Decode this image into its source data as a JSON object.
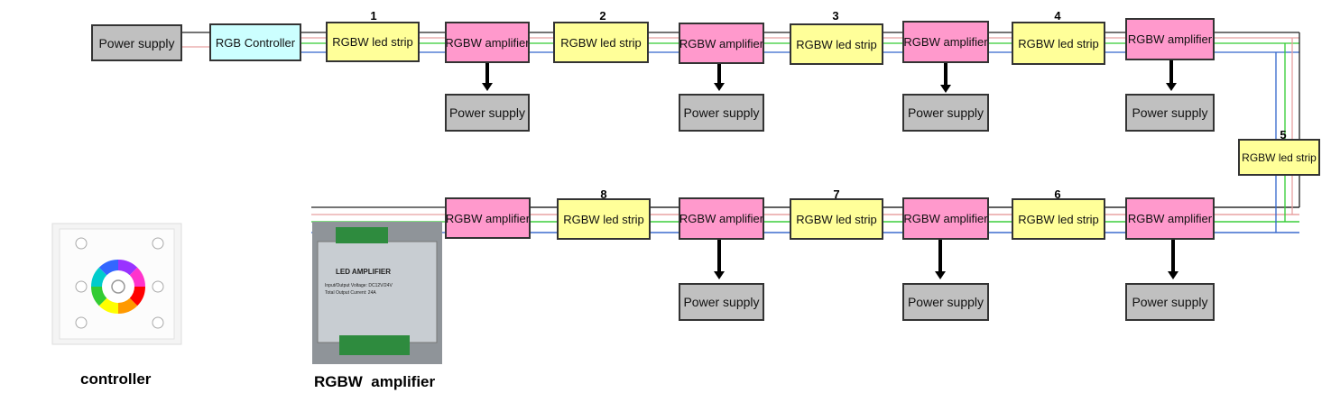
{
  "labels": {
    "power_supply": "Power supply",
    "rgb_controller": "RGB Controller",
    "led_strip": "RGBW led strip",
    "amplifier": "RGBW amplifier"
  },
  "segment_numbers": [
    "1",
    "2",
    "3",
    "4",
    "5",
    "6",
    "7",
    "8"
  ],
  "captions": {
    "controller": "controller",
    "amplifier": "RGBW  amplifier"
  },
  "photo_text": {
    "title": "LED AMPLIFIER",
    "line1": "Input/Output Voltage: DC12V/24V",
    "line2": "Total Output Current: 24A"
  },
  "wire_colors": {
    "black": "#222222",
    "red": "#e8a0a0",
    "green": "#33cc33",
    "blue": "#3366cc"
  },
  "box_colors": {
    "power_supply": "#c0c0c0",
    "controller": "#ccffff",
    "strip": "#ffff99",
    "amplifier": "#ff99cc"
  }
}
